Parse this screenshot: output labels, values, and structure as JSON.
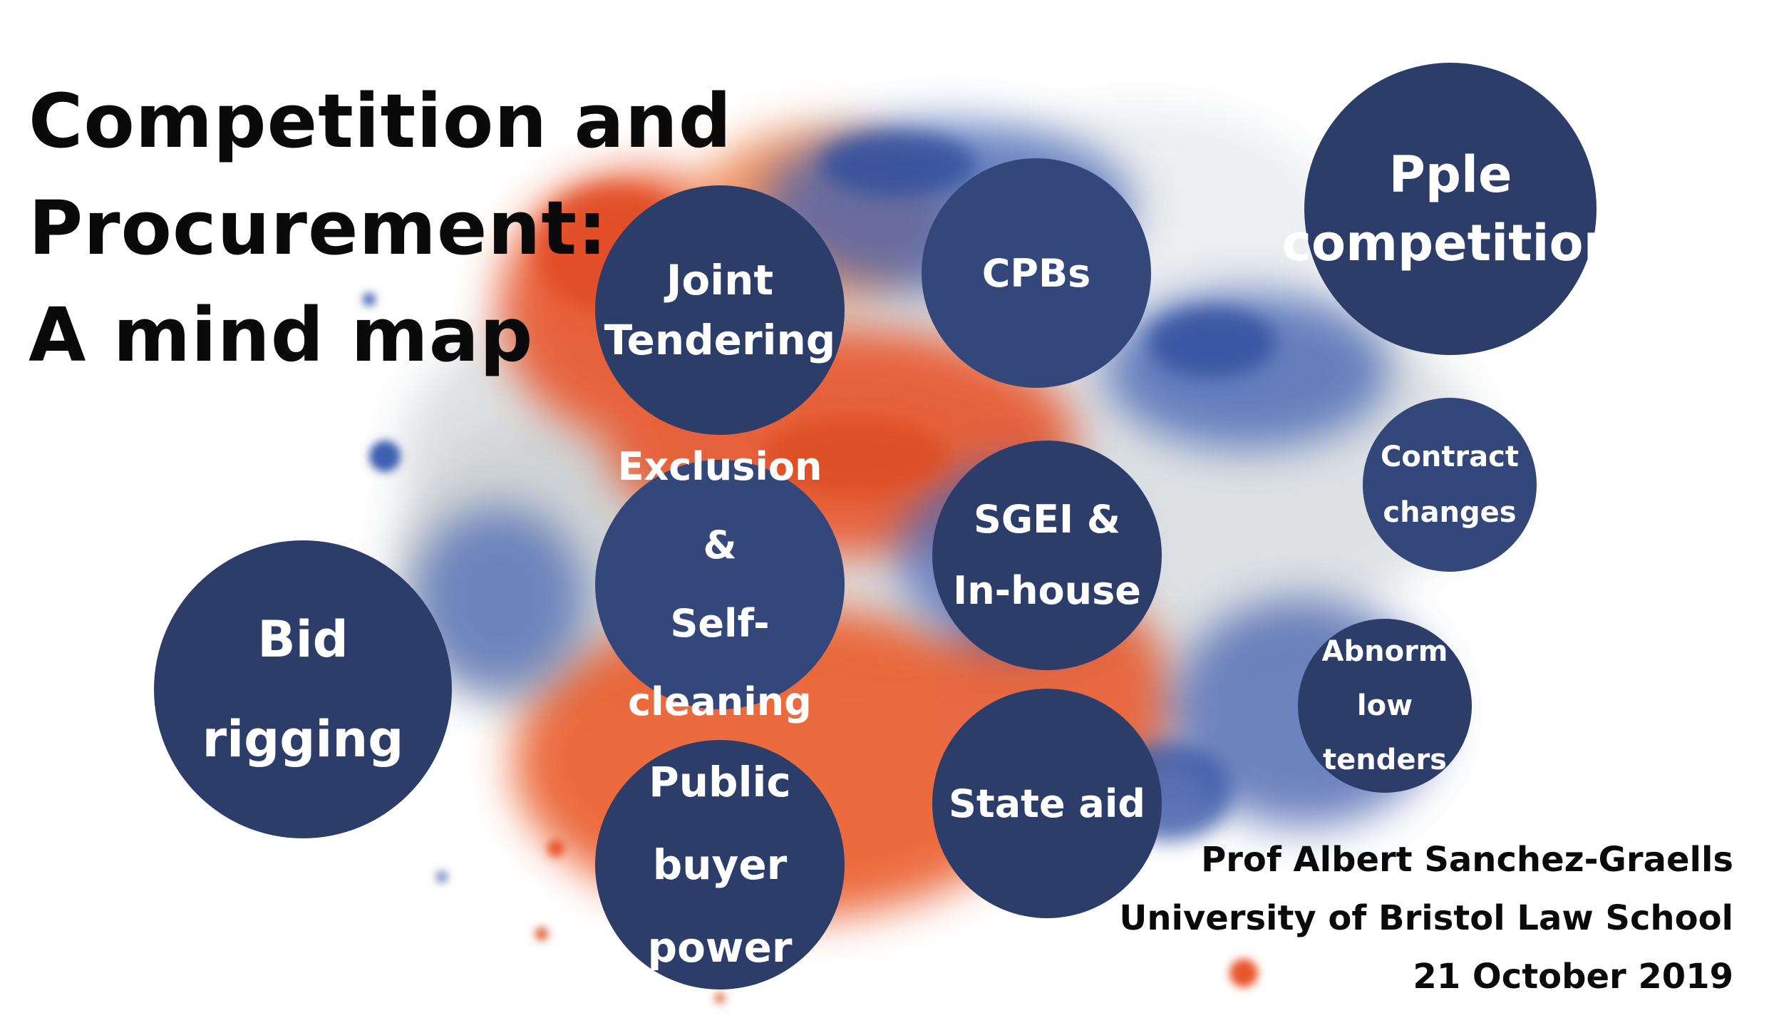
{
  "title": {
    "line1": "Competition and",
    "line2": "Procurement:",
    "line3": "A mind map"
  },
  "nodes": [
    {
      "id": "joint-tendering",
      "label": "Joint\nTendering"
    },
    {
      "id": "cpbs",
      "label": "CPBs"
    },
    {
      "id": "pple-competition",
      "label": "Pple\ncompetition"
    },
    {
      "id": "contract-changes",
      "label": "Contract\nchanges"
    },
    {
      "id": "exclusion-self-cleaning",
      "label": "Exclusion &\nSelf-cleaning"
    },
    {
      "id": "sgei-in-house",
      "label": "SGEI &\nIn-house"
    },
    {
      "id": "bid-rigging",
      "label": "Bid\nrigging"
    },
    {
      "id": "abnorm-low-tenders",
      "label": "Abnorm\nlow\ntenders"
    },
    {
      "id": "public-buyer-power",
      "label": "Public\nbuyer\npower"
    },
    {
      "id": "state-aid",
      "label": "State aid"
    }
  ],
  "credits": {
    "author": "Prof Albert Sanchez-Graells",
    "institution": "University of Bristol Law School",
    "date": "21 October 2019"
  },
  "colors": {
    "node": "#2c3d6a",
    "splash_orange": "#e8542a",
    "splash_blue": "#3e5fb0",
    "splash_grey": "#b9c0c6"
  }
}
